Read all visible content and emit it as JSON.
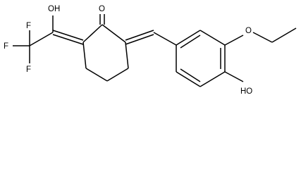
{
  "structure": {
    "atoms": {
      "ketone_oxygen": "O",
      "enol_hydroxyl": "OH",
      "fluorine_top": "F",
      "fluorine_left": "F",
      "fluorine_bottom": "F",
      "ether_oxygen": "O",
      "phenol_hydroxyl": "HO"
    }
  },
  "colors": {
    "bond": "#000000",
    "label": "#000000",
    "background": "#ffffff"
  }
}
